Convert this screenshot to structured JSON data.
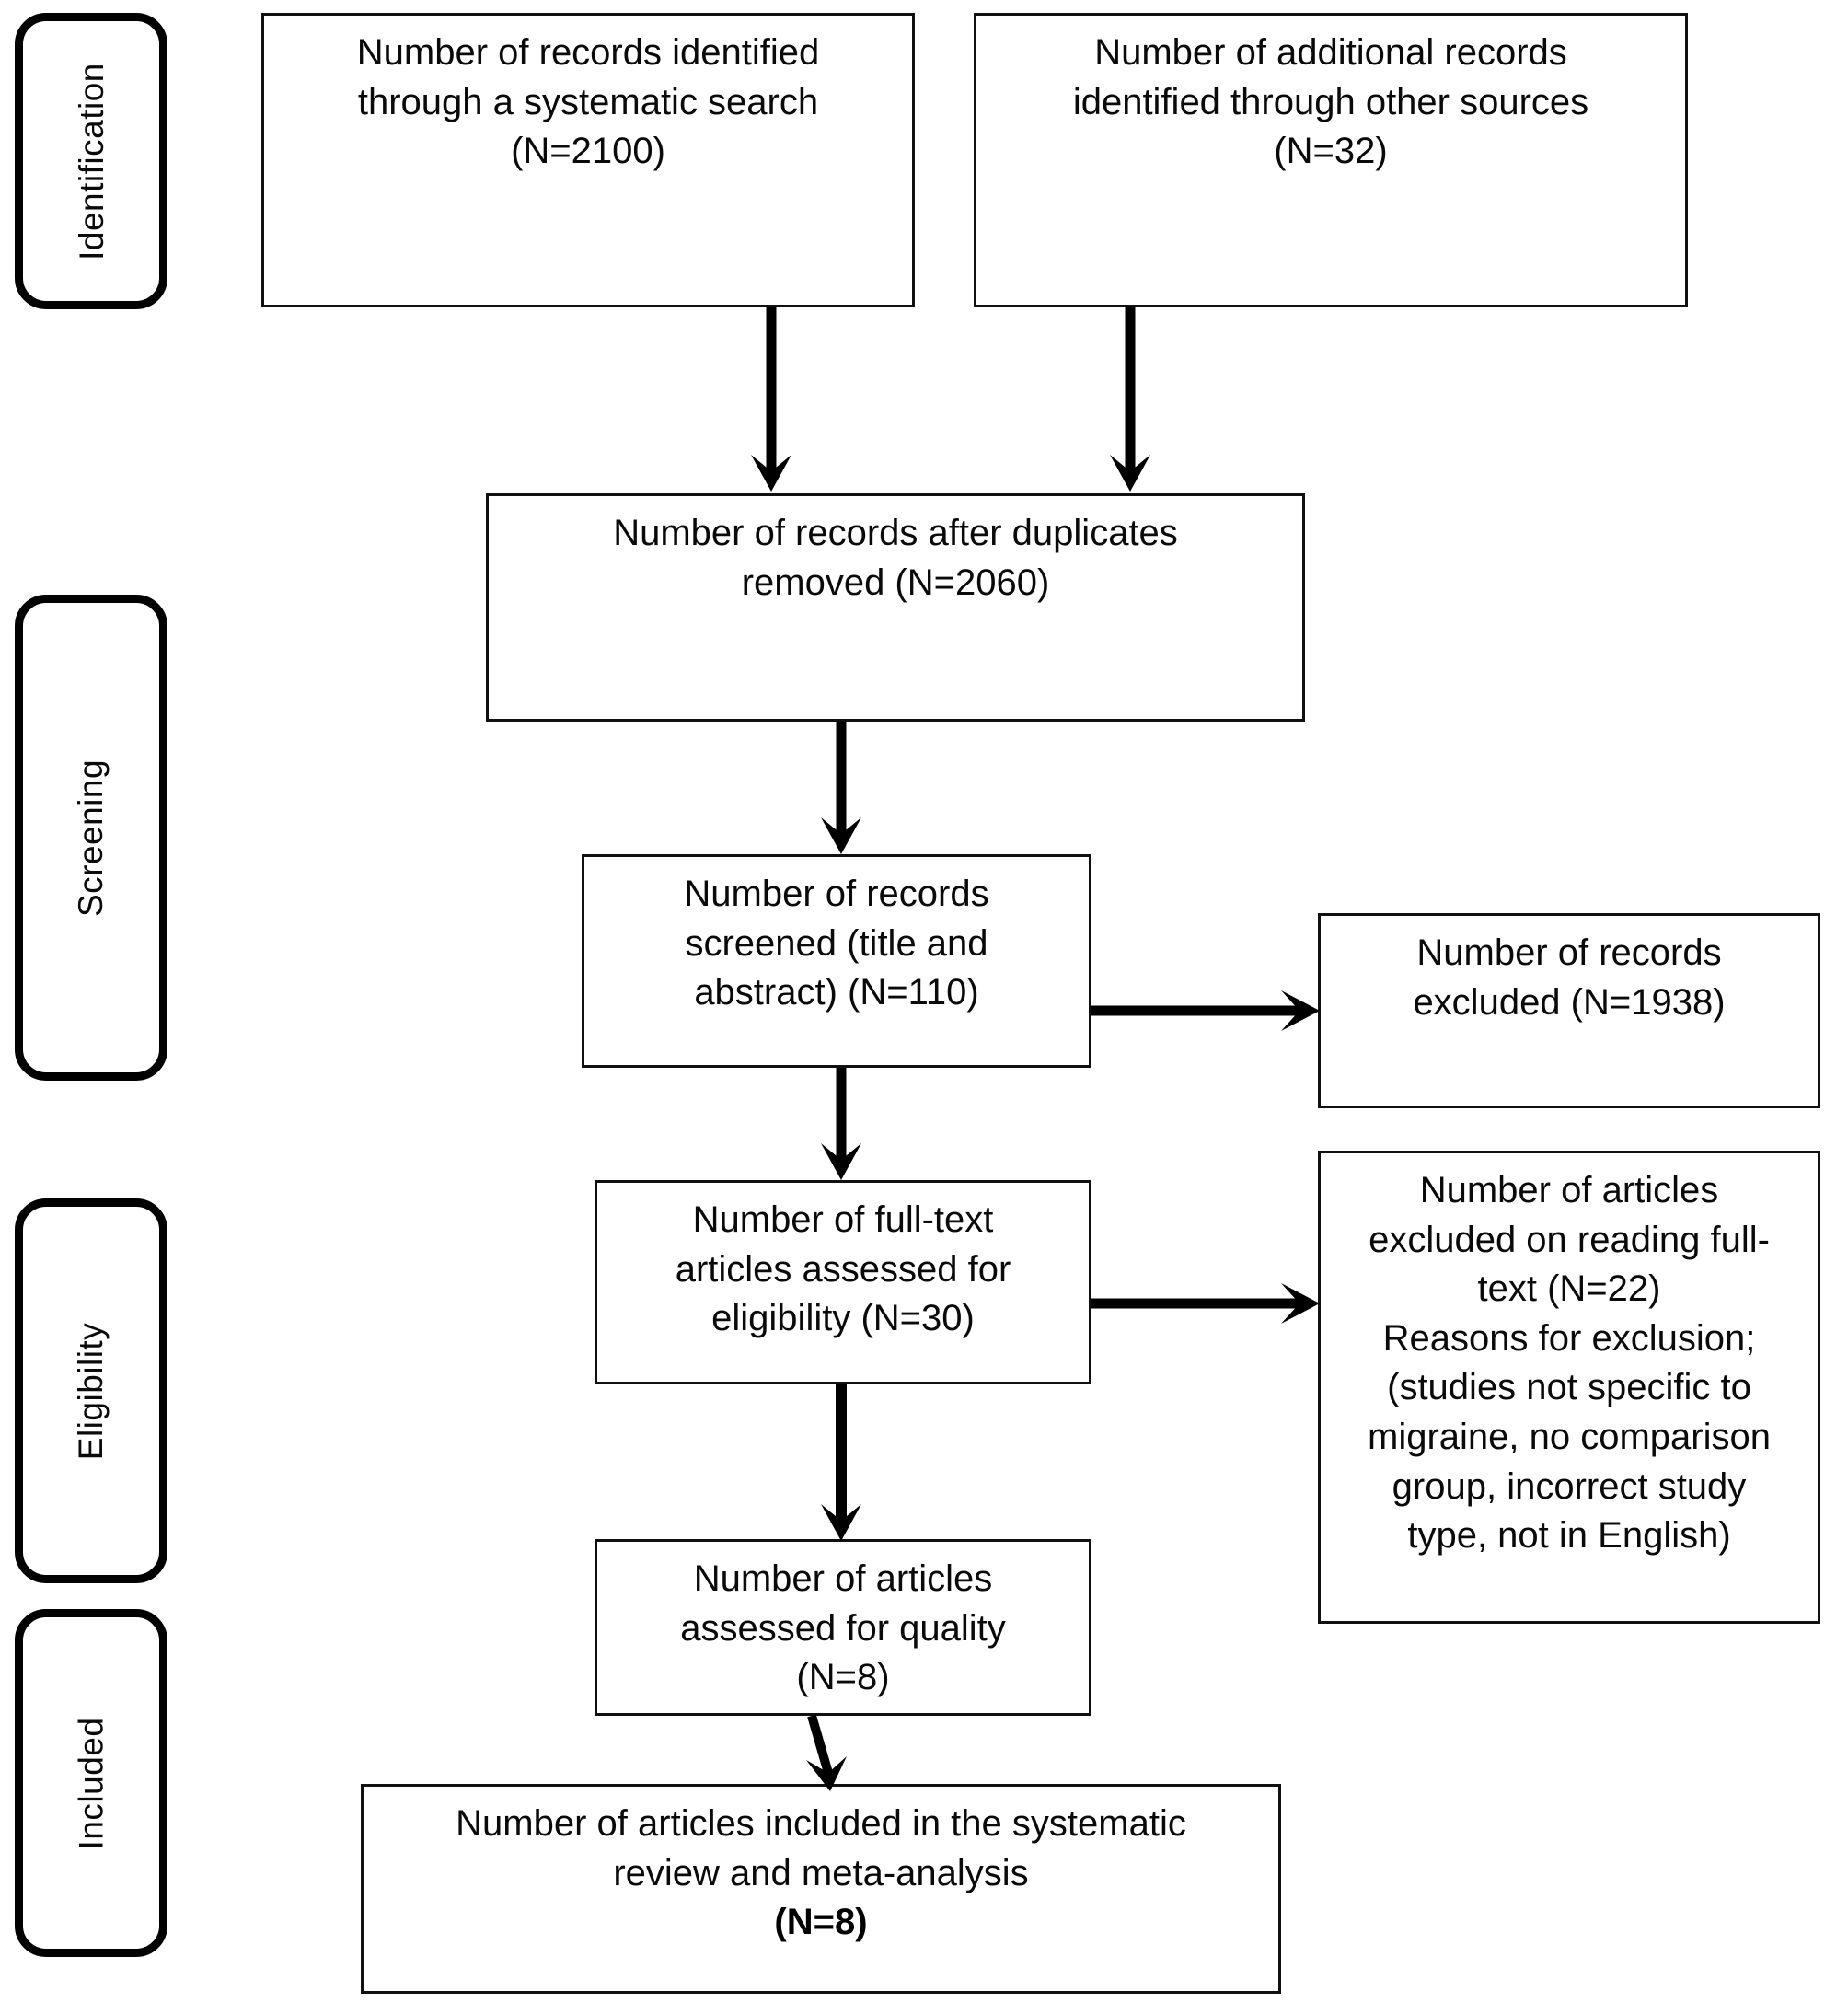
{
  "diagram": {
    "title": "PRISMA flow diagram",
    "ink_color": "#000000",
    "background_color": "#ffffff"
  },
  "stages": [
    {
      "id": "identification",
      "label": "Identification"
    },
    {
      "id": "screening",
      "label": "Screening"
    },
    {
      "id": "eligibility",
      "label": "Eligibility"
    },
    {
      "id": "included",
      "label": "Included"
    }
  ],
  "boxes": {
    "records_identified": {
      "text": "Number of records identified\nthrough a systematic search\n(N=2100)",
      "count": 2100
    },
    "additional_records": {
      "text": "Number of additional records\nidentified through other sources\n(N=32)",
      "count": 32
    },
    "duplicates_removed": {
      "text": "Number of records after duplicates\nremoved (N=2060)",
      "count": 2060
    },
    "records_screened": {
      "text": "Number of records\nscreened (title and\nabstract) (N=110)",
      "count": 110
    },
    "records_excluded": {
      "text": "Number of records\nexcluded (N=1938)",
      "count": 1938
    },
    "fulltext_assessed": {
      "text": "Number of full-text\narticles assessed for\neligibility (N=30)",
      "count": 30
    },
    "fulltext_excluded": {
      "text": "Number of articles\nexcluded on reading full-\ntext (N=22)\nReasons for exclusion;\n(studies not specific to\nmigraine, no comparison\ngroup, incorrect study\ntype, not in English)",
      "count": 22
    },
    "quality_assessed": {
      "text": "Number of articles\nassessed for quality\n(N=8)",
      "count": 8
    },
    "final_included": {
      "text": "Number of articles included in the systematic\nreview and meta-analysis",
      "tail": "(N=8)",
      "count": 8
    }
  },
  "connectors": [
    {
      "id": "identified-to-duplicates",
      "from": "records_identified",
      "to": "duplicates_removed",
      "direction": "down"
    },
    {
      "id": "additional-to-duplicates",
      "from": "additional_records",
      "to": "duplicates_removed",
      "direction": "down"
    },
    {
      "id": "duplicates-to-screened",
      "from": "duplicates_removed",
      "to": "records_screened",
      "direction": "down"
    },
    {
      "id": "screened-to-excluded",
      "from": "records_screened",
      "to": "records_excluded",
      "direction": "right"
    },
    {
      "id": "screened-to-fulltext",
      "from": "records_screened",
      "to": "fulltext_assessed",
      "direction": "down"
    },
    {
      "id": "fulltext-to-excluded",
      "from": "fulltext_assessed",
      "to": "fulltext_excluded",
      "direction": "right"
    },
    {
      "id": "fulltext-to-quality",
      "from": "fulltext_assessed",
      "to": "quality_assessed",
      "direction": "down"
    },
    {
      "id": "quality-to-included",
      "from": "quality_assessed",
      "to": "final_included",
      "direction": "down"
    }
  ]
}
